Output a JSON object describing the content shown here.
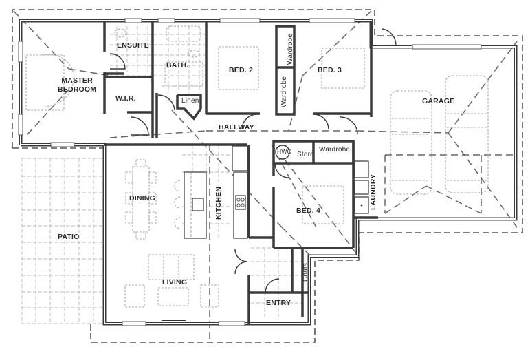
{
  "floor_plan": {
    "rooms": {
      "master_bedroom": {
        "label_line1": "MASTER",
        "label_line2": "BEDROOM"
      },
      "ensuite": {
        "label": "ENSUITE"
      },
      "bath": {
        "label": "BATH."
      },
      "wir": {
        "label": "W.I.R."
      },
      "linen": {
        "label": "Linen"
      },
      "bed2": {
        "label": "BED. 2"
      },
      "bed3": {
        "label": "BED. 3"
      },
      "wardrobe_upper": {
        "label": "Wardrobe"
      },
      "wardrobe_lower": {
        "label": "Wardrobe"
      },
      "hallway": {
        "label": "HALLWAY"
      },
      "garage": {
        "label": "GARAGE"
      },
      "hwc": {
        "label": "HWC"
      },
      "store": {
        "label": "Store"
      },
      "wardrobe_bed4": {
        "label": "Wardrobe"
      },
      "laundry": {
        "label": "LAUNDRY"
      },
      "bed4": {
        "label": "BED. 4"
      },
      "dining": {
        "label": "DINING"
      },
      "kitchen": {
        "label": "KITCHEN"
      },
      "patio": {
        "label": "PATIO"
      },
      "living": {
        "label": "LIVING"
      },
      "coats": {
        "label": "Coats"
      },
      "entry": {
        "label": "ENTRY"
      }
    },
    "colors": {
      "wall": "#3a3a3a",
      "background": "#ffffff",
      "dashed_lines": "#555555",
      "furniture": "#a9a9a9"
    }
  }
}
